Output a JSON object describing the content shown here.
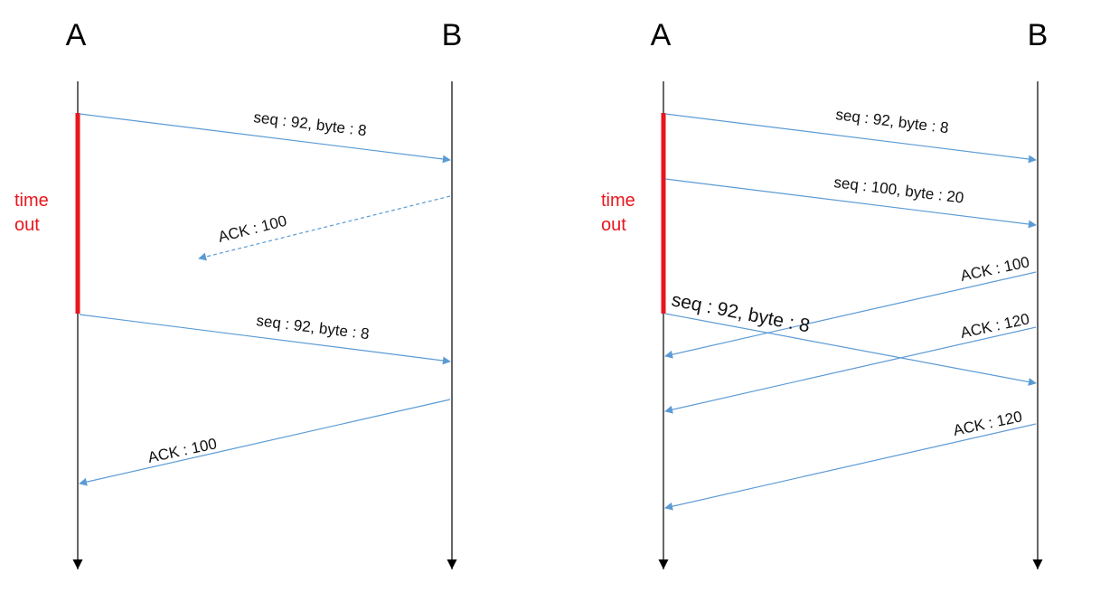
{
  "colors": {
    "arrow": "#5b9bd5",
    "timeout": "#e8161c",
    "timeline": "#000000"
  },
  "diagrams": [
    {
      "hosts": {
        "a": "A",
        "b": "B"
      },
      "timeout": {
        "line1": "time",
        "line2": "out"
      },
      "messages": [
        {
          "label": "seq : 92, byte : 8",
          "dashed": false
        },
        {
          "label": "ACK : 100",
          "dashed": true
        },
        {
          "label": "seq : 92, byte : 8",
          "dashed": false
        },
        {
          "label": "ACK : 100",
          "dashed": false
        }
      ]
    },
    {
      "hosts": {
        "a": "A",
        "b": "B"
      },
      "timeout": {
        "line1": "time",
        "line2": "out"
      },
      "messages": [
        {
          "label": "seq : 92, byte : 8",
          "dashed": false
        },
        {
          "label": "seq : 100, byte : 20",
          "dashed": false
        },
        {
          "label": "ACK : 100",
          "dashed": false
        },
        {
          "label": "seq : 92, byte : 8",
          "dashed": false
        },
        {
          "label": "ACK : 120",
          "dashed": false
        },
        {
          "label": "ACK : 120",
          "dashed": false
        }
      ]
    }
  ]
}
